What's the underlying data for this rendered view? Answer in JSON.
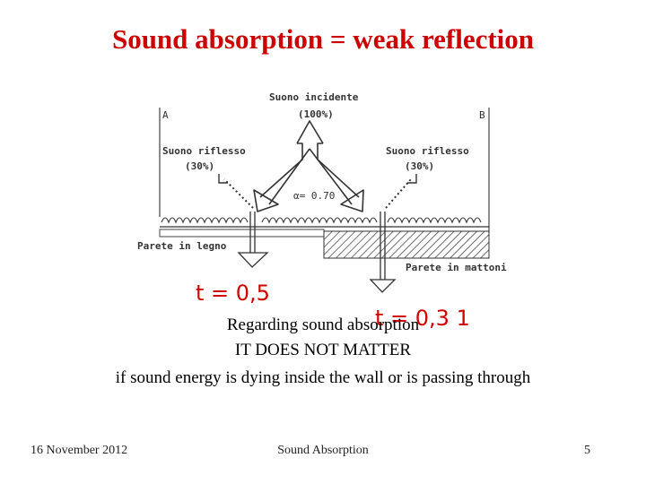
{
  "title": "Sound absorption = weak reflection",
  "diagram": {
    "corner_a": "A",
    "corner_b": "B",
    "incident_line1": "Suono incidente",
    "incident_line2": "(100%)",
    "reflected_left_line1": "Suono riflesso",
    "reflected_left_line2": "(30%)",
    "reflected_right_line1": "Suono riflesso",
    "reflected_right_line2": "(30%)",
    "alpha": "α= 0.70",
    "wall_left": "Parete in legno",
    "wall_right": "Parete in mattoni"
  },
  "handwritten": {
    "left": "t = 0,5",
    "right": "t = 0,3 1"
  },
  "body": {
    "line1": "Regarding sound absorption",
    "line2": "IT DOES NOT MATTER",
    "line3": "if sound energy is dying inside the wall or is passing through"
  },
  "footer": {
    "date": "16 November 2012",
    "center": "Sound Absorption",
    "page": "5"
  }
}
